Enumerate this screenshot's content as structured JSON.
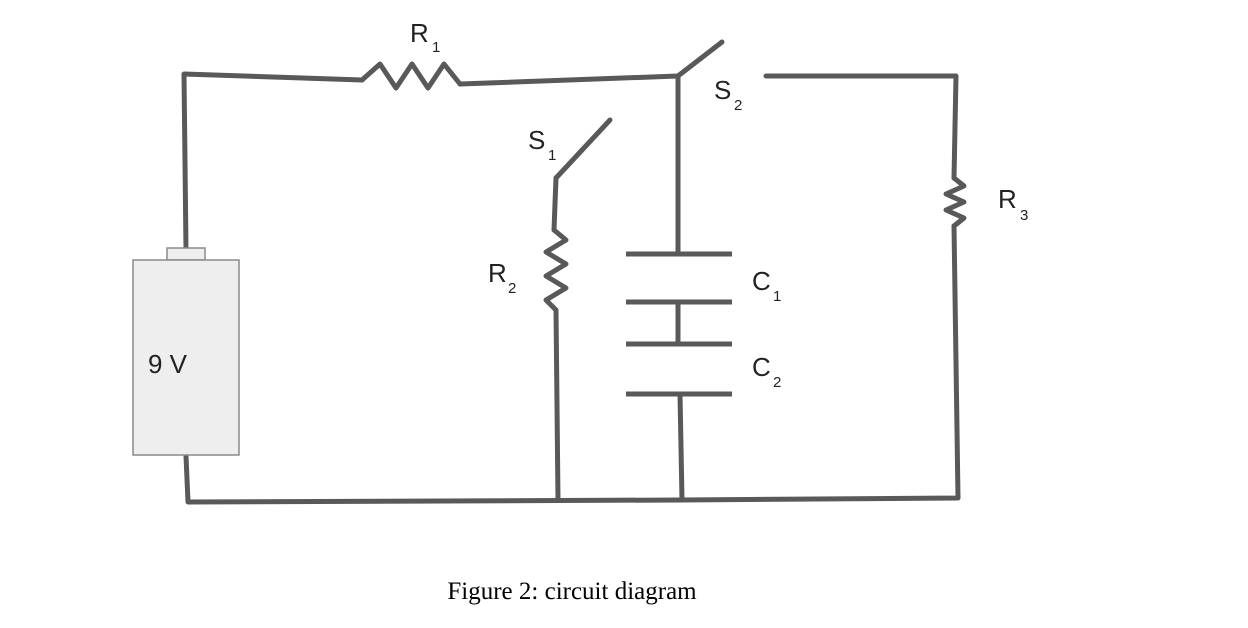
{
  "colors": {
    "wire": "#595959",
    "battery_fill": "#eeeeee",
    "battery_stroke": "#8a8a8a",
    "text": "#222222"
  },
  "battery": {
    "label": "9 V"
  },
  "labels": {
    "R1": {
      "main": "R",
      "sub": "1"
    },
    "R2": {
      "main": "R",
      "sub": "2"
    },
    "R3": {
      "main": "R",
      "sub": "3"
    },
    "S1": {
      "main": "S",
      "sub": "1"
    },
    "S2": {
      "main": "S",
      "sub": "2"
    },
    "C1": {
      "main": "C",
      "sub": "1"
    },
    "C2": {
      "main": "C",
      "sub": "2"
    }
  },
  "caption": "Figure 2: circuit diagram"
}
